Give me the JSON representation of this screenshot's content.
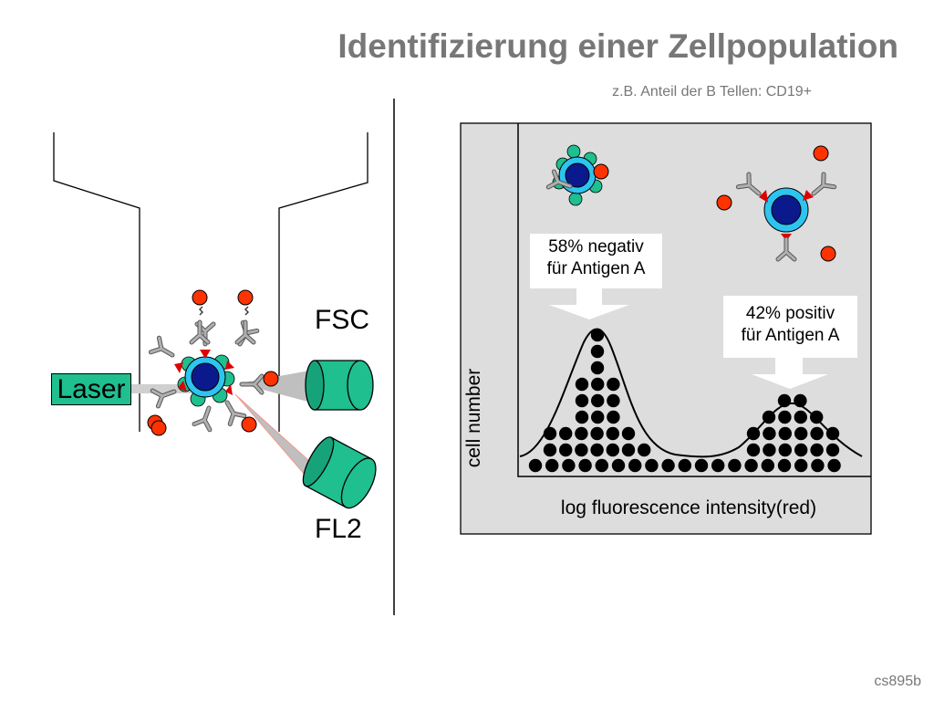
{
  "header": {
    "title": "Identifizierung einer Zellpopulation",
    "subtitle": "z.B. Anteil der B Tellen: CD19+"
  },
  "cytometer": {
    "laser_label": "Laser",
    "fsc_label": "FSC",
    "fl2_label": "FL2",
    "colors": {
      "detector": "#1fbf8f",
      "cell_core": "#0a1a8c",
      "cell_ring": "#2ec4f0",
      "fluorophore": "#ff3300",
      "antigen": "#dd0000",
      "antibody": "#a8a8a8"
    }
  },
  "histogram": {
    "callout_negative": [
      "58% negativ",
      "für Antigen A"
    ],
    "callout_positive": [
      "42% positiv",
      "für Antigen A"
    ],
    "x_axis_label": "log fluorescence intensity(red)",
    "y_axis_label": "cell number",
    "colors": {
      "panel": "#dddddd",
      "dots": "#000000"
    }
  },
  "footer": {
    "code": "cs895b"
  }
}
